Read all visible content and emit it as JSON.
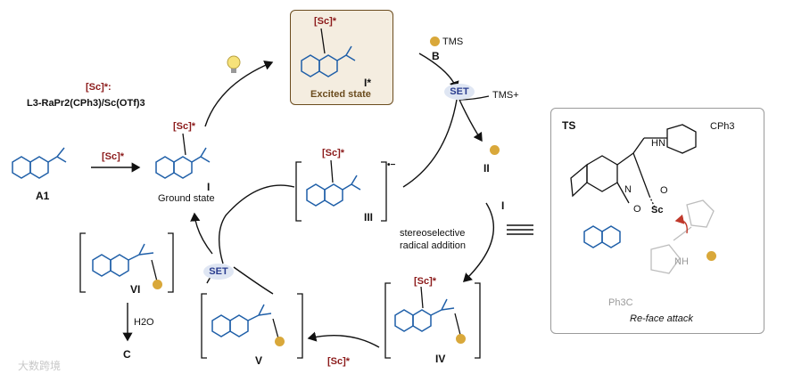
{
  "catalyst": {
    "label": "[Sc]*:",
    "formula": "L3-RaPr2(CPh3)/Sc(OTf)3"
  },
  "excited_state": {
    "box_label": "Excited state",
    "compound": "I*",
    "sc": "[Sc]*"
  },
  "reagent_B": {
    "label": "B",
    "group": "TMS"
  },
  "byproduct": "TMS+",
  "set_labels": {
    "top": "SET",
    "left": "SET"
  },
  "compounds": {
    "A1": "A1",
    "I": "I",
    "ground_state": "Ground state",
    "II": "II",
    "III": "III",
    "III_charge": "•−",
    "IV": "IV",
    "V": "V",
    "VI": "VI",
    "C": "C"
  },
  "arrow_labels": {
    "sc_catalyst": "[Sc]*",
    "incoming_I": "I",
    "radical_addition_1": "stereoselective",
    "radical_addition_2": "radical addition",
    "water": "H2O",
    "sc_release": "[Sc]*"
  },
  "sc_tags": {
    "I": "[Sc]*",
    "III": "[Sc]*",
    "IV": "[Sc]*"
  },
  "ts": {
    "title": "TS",
    "cph3_top": "CPh3",
    "nh_top": "HN",
    "o_top": "O",
    "n_left": "N",
    "o_left": "O",
    "sc": "Sc",
    "nh_bottom": "NH",
    "cph3_bottom": "Ph3C",
    "caption": "Re-face attack"
  },
  "watermark": "大数跨境",
  "colors": {
    "sc_red": "#8b1a1a",
    "mol_blue": "#1f5fa8",
    "set_blue": "#2a3d8f",
    "radical_gold": "#d9a83a",
    "box_brown": "#6b4c1e"
  }
}
